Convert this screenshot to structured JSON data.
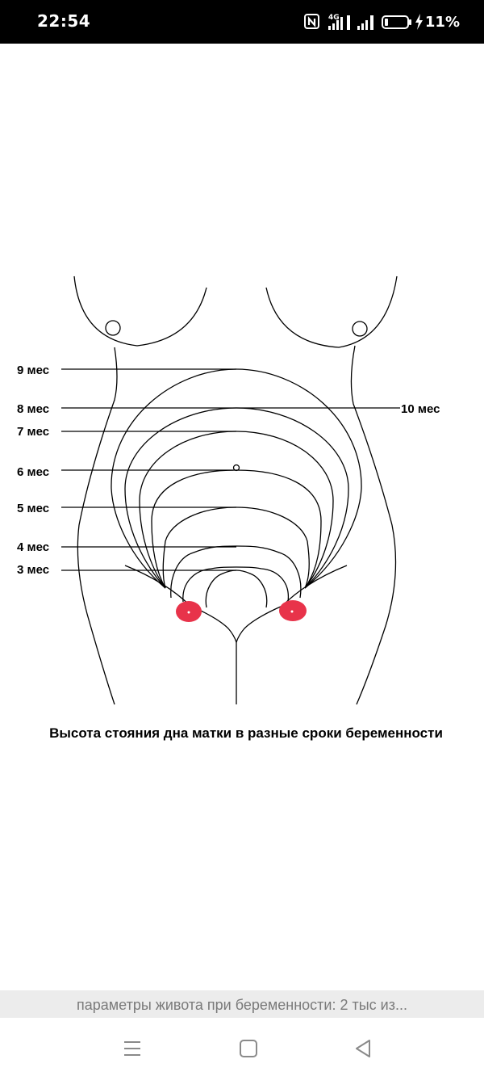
{
  "status_bar": {
    "time": "22:54",
    "network": "4G",
    "battery": "11%",
    "icons": [
      "nfc-icon",
      "signal-4g-icon",
      "signal-icon",
      "battery-icon",
      "charging-icon"
    ]
  },
  "diagram": {
    "labels_left": [
      "9 мес",
      "8 мес",
      "7 мес",
      "6 мес",
      "5 мес",
      "4 мес",
      "3 мес"
    ],
    "label_right": "10 мес",
    "caption": "Высота стояния дна матки в разные сроки беременности",
    "marker_color": "#e8334a"
  },
  "search_suggestion": "параметры живота при беременности: 2 тыс из...",
  "nav": {
    "icons": [
      "menu-icon",
      "home-icon",
      "back-icon"
    ]
  }
}
